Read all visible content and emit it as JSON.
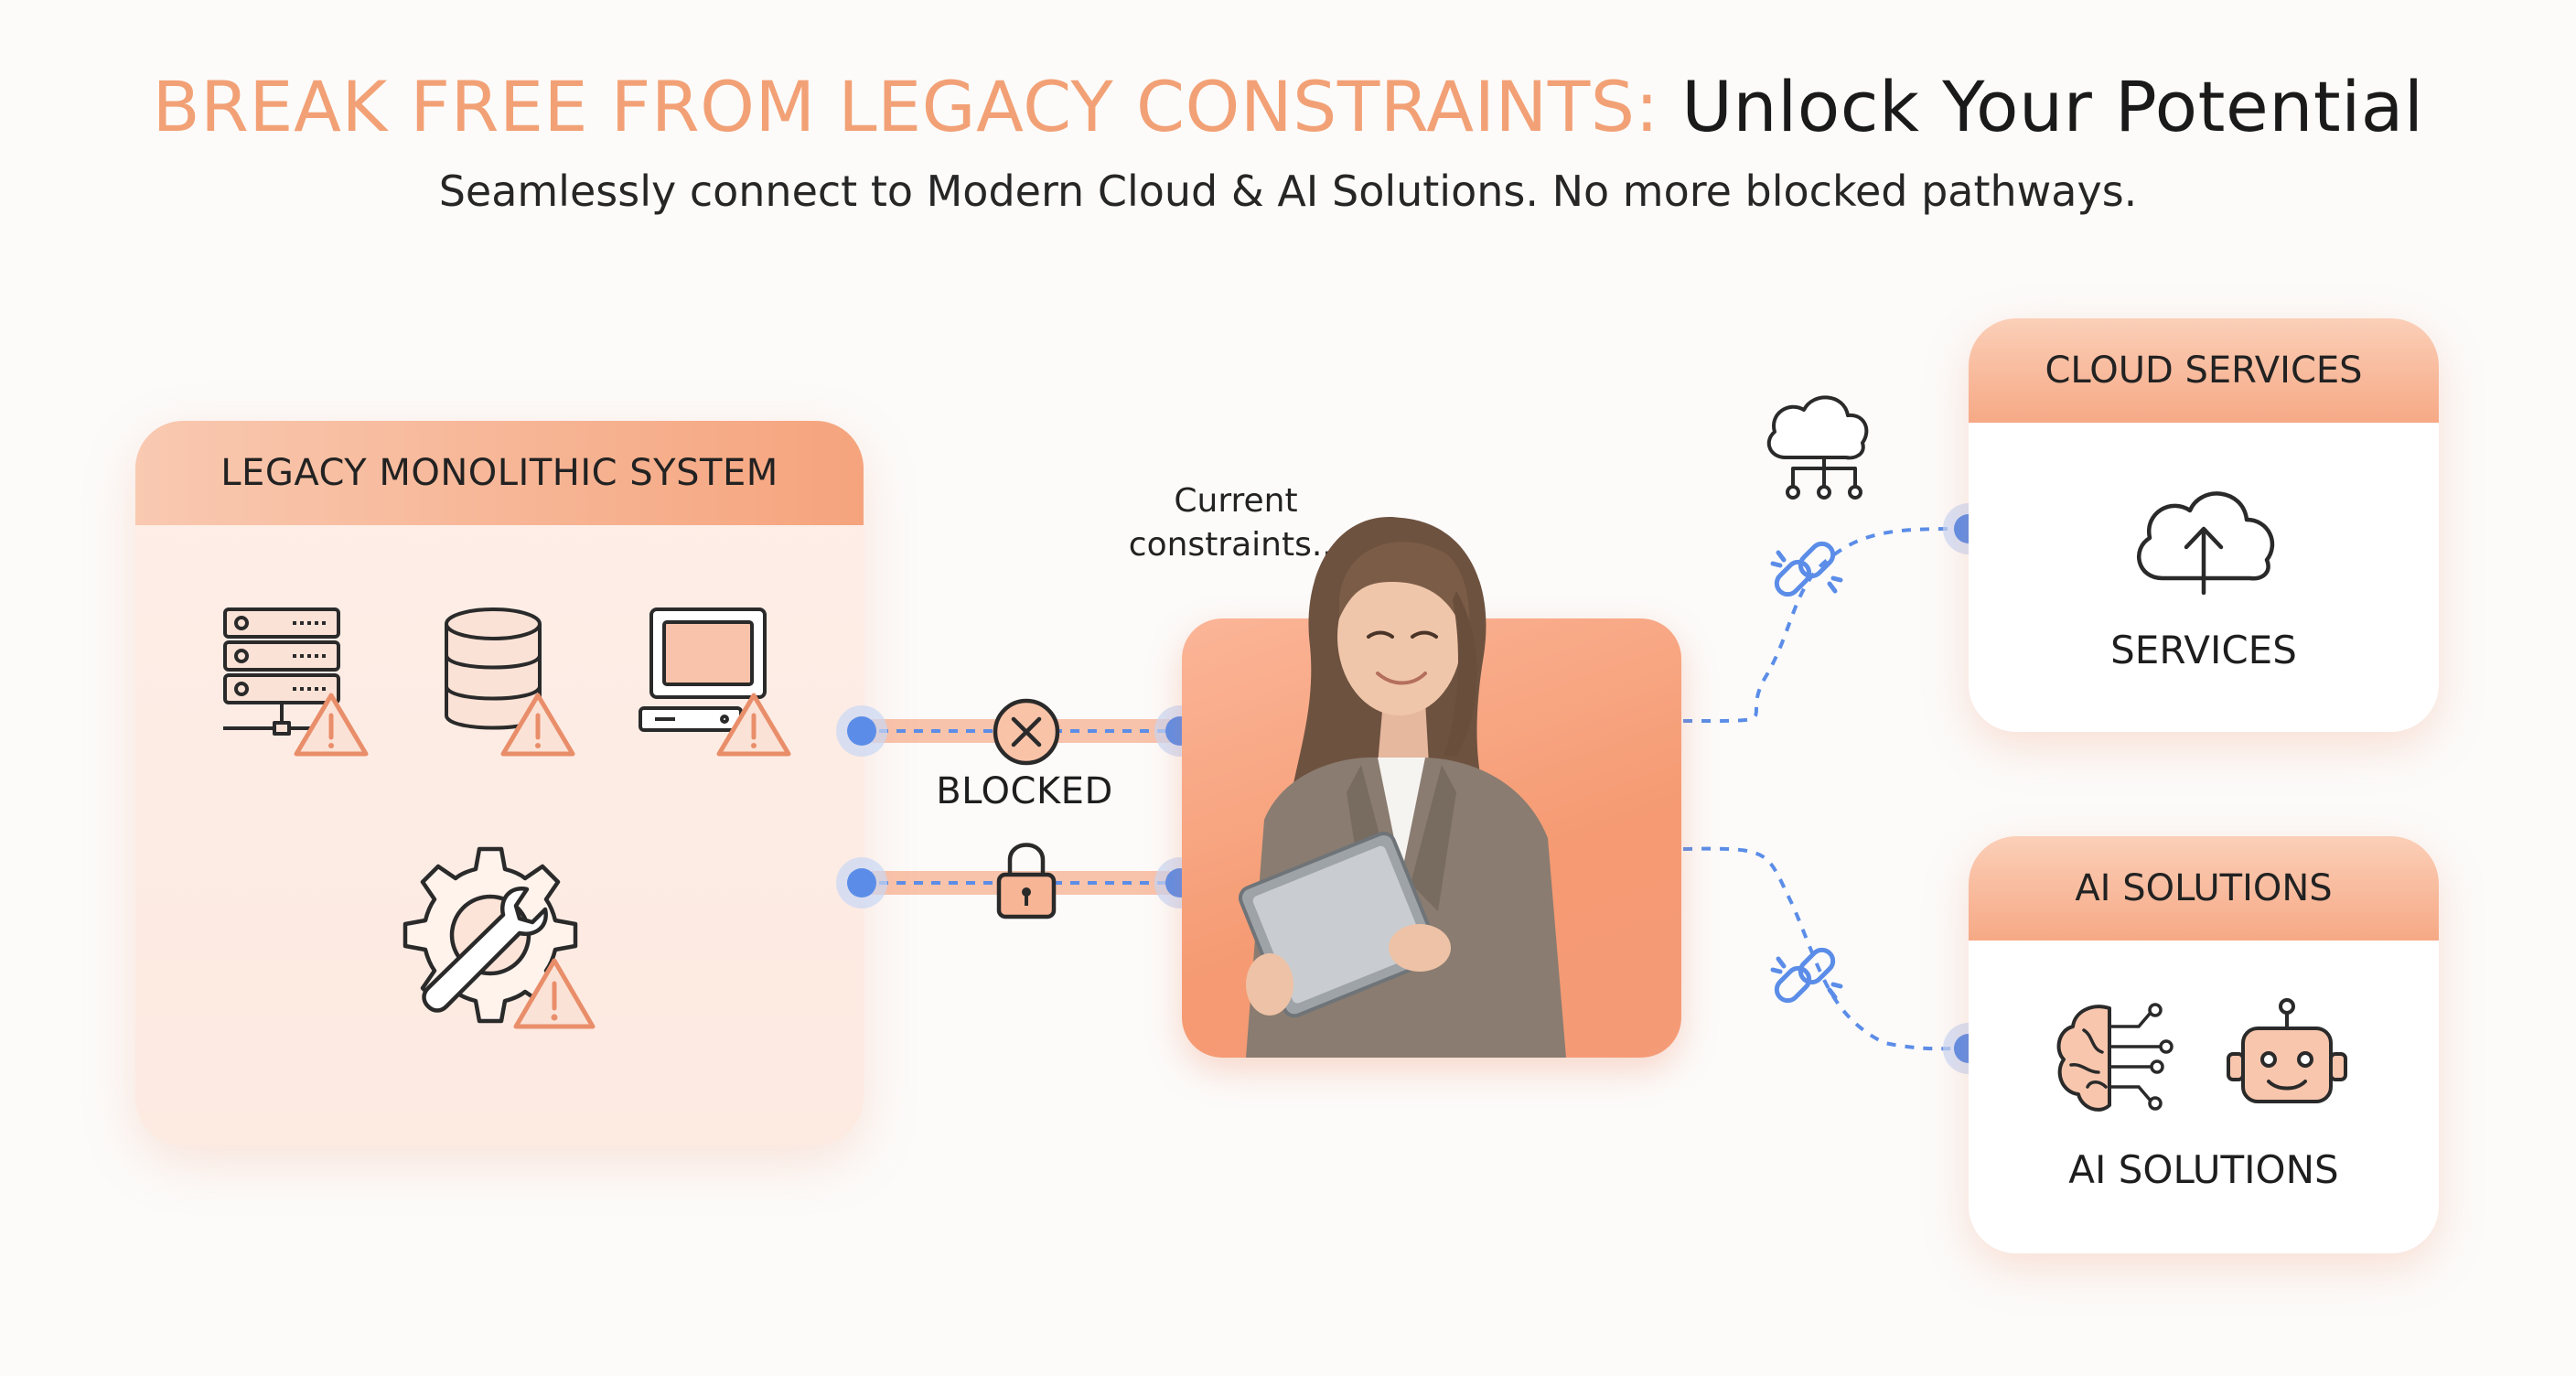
{
  "header": {
    "title_accent": "BREAK FREE FROM LEGACY CONSTRAINTS:",
    "title_dark": "Unlock Your Potential",
    "subtitle": "Seamlessly connect to Modern Cloud & AI Solutions. No more blocked pathways."
  },
  "legacy": {
    "title": "LEGACY MONOLITHIC SYSTEM",
    "icons": [
      "server-rack-warning-icon",
      "database-warning-icon",
      "desktop-computer-warning-icon",
      "gear-wrench-warning-icon"
    ]
  },
  "connections": {
    "blocked_label": "BLOCKED",
    "constraints_label_line1": "Current",
    "constraints_label_line2": "constraints..."
  },
  "cloud": {
    "header": "CLOUD SERVICES",
    "label": "SERVICES",
    "icon": "cloud-upload-icon"
  },
  "ai": {
    "header": "AI SOLUTIONS",
    "label": "AI SOLUTIONS",
    "icons": [
      "brain-circuit-icon",
      "robot-icon"
    ]
  },
  "colors": {
    "accent_orange": "#f2a176",
    "link_blue": "#5b8de8",
    "warning_orange": "#e98e6a"
  }
}
